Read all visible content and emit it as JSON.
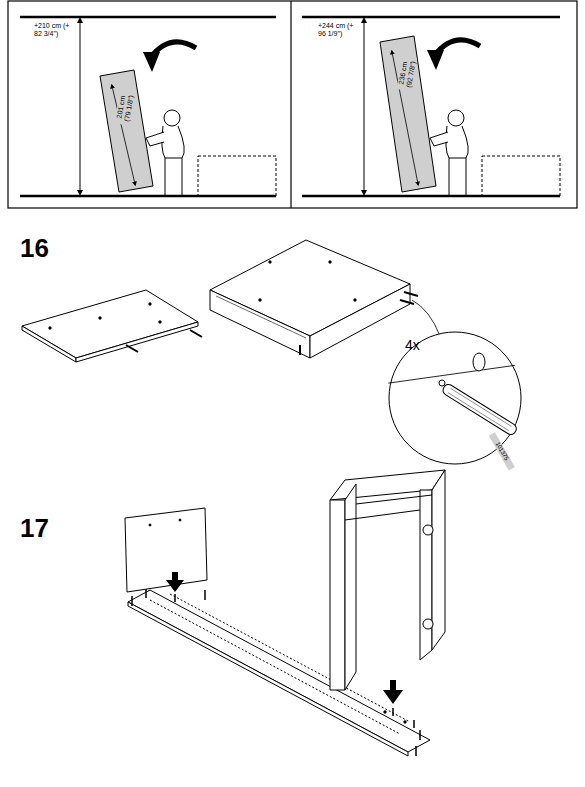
{
  "diagram": {
    "labels": [
      "+210 cm (+ 82 3/4\")",
      "201 cm (79 1/8\")",
      "+244 cm (+ 96 1/9\")",
      "236 cm (92 7/8\")",
      "16",
      "4x",
      "101375",
      "17"
    ]
  }
}
